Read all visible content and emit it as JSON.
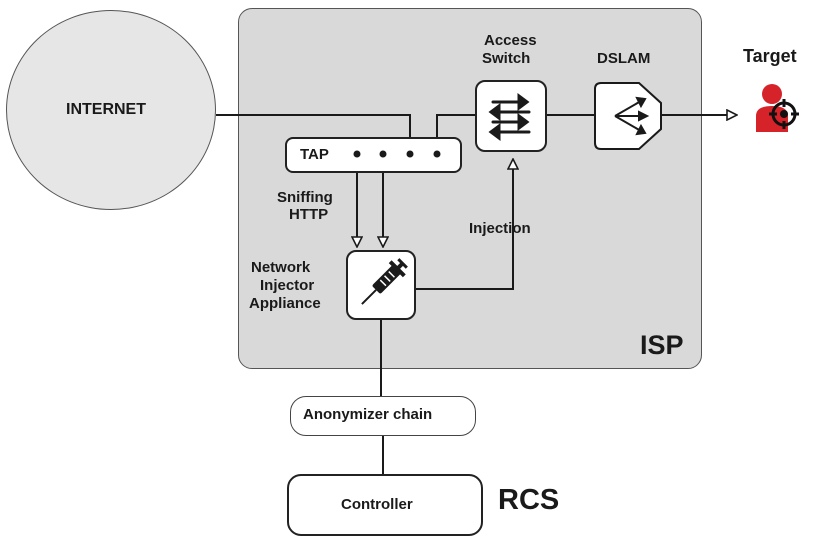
{
  "internet": {
    "label": "INTERNET"
  },
  "isp": {
    "label": "ISP"
  },
  "tap": {
    "label": "TAP"
  },
  "access_switch": {
    "label_line1": "Access",
    "label_line2": "Switch"
  },
  "dslam": {
    "label": "DSLAM"
  },
  "target": {
    "label": "Target"
  },
  "sniffing": {
    "label_line1": "Sniffing",
    "label_line2": "HTTP"
  },
  "injection": {
    "label": "Injection"
  },
  "injector": {
    "label_line1": "Network",
    "label_line2": "Injector",
    "label_line3": "Appliance"
  },
  "anonymizer": {
    "label": "Anonymizer chain"
  },
  "controller": {
    "label": "Controller"
  },
  "rcs": {
    "label": "RCS"
  },
  "colors": {
    "isp_fill": "#d9d9d9",
    "internet_fill": "#e6e6e6",
    "target_red": "#d6232a",
    "line": "#1a1a1a"
  }
}
